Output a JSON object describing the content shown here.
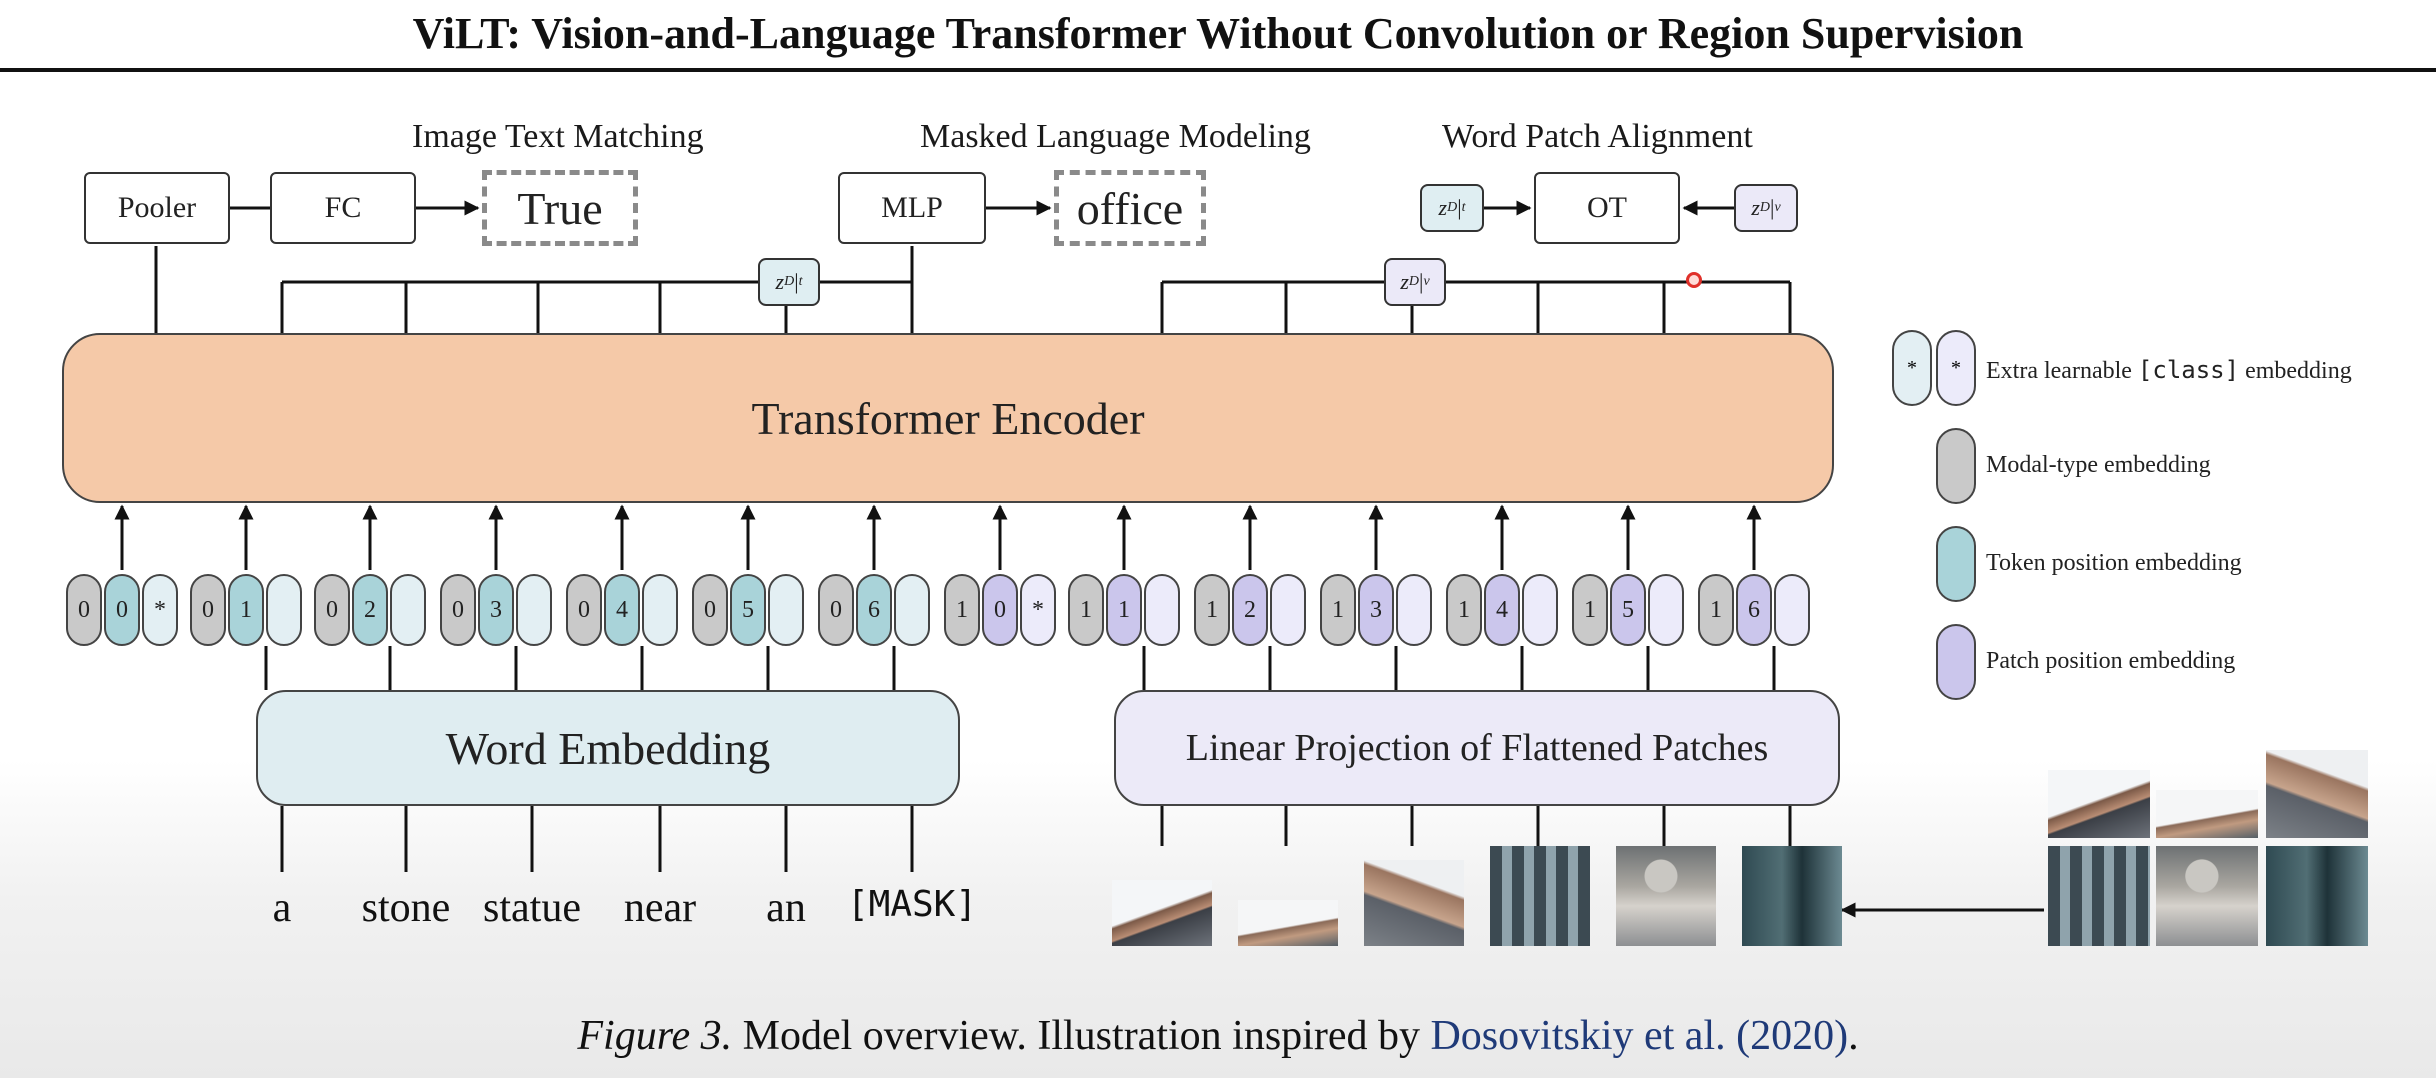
{
  "title": "ViLT: Vision-and-Language Transformer Without Convolution or Region Supervision",
  "heads": {
    "itm": "Image Text Matching",
    "mlm": "Masked Language Modeling",
    "wpa": "Word Patch Alignment"
  },
  "boxes": {
    "pooler": "Pooler",
    "fc": "FC",
    "itm_out": "True",
    "mlp": "MLP",
    "mlm_out": "office",
    "ot": "OT"
  },
  "encoder_label": "Transformer Encoder",
  "word_embedding_label": "Word Embedding",
  "patch_projection_label": "Linear Projection of Flattened Patches",
  "text_tokens": [
    {
      "modal": "0",
      "pos": "0",
      "cls": "*"
    },
    {
      "modal": "0",
      "pos": "1",
      "cls": ""
    },
    {
      "modal": "0",
      "pos": "2",
      "cls": ""
    },
    {
      "modal": "0",
      "pos": "3",
      "cls": ""
    },
    {
      "modal": "0",
      "pos": "4",
      "cls": ""
    },
    {
      "modal": "0",
      "pos": "5",
      "cls": ""
    },
    {
      "modal": "0",
      "pos": "6",
      "cls": ""
    }
  ],
  "image_tokens": [
    {
      "modal": "1",
      "pos": "0",
      "cls": "*"
    },
    {
      "modal": "1",
      "pos": "1",
      "cls": ""
    },
    {
      "modal": "1",
      "pos": "2",
      "cls": ""
    },
    {
      "modal": "1",
      "pos": "3",
      "cls": ""
    },
    {
      "modal": "1",
      "pos": "4",
      "cls": ""
    },
    {
      "modal": "1",
      "pos": "5",
      "cls": ""
    },
    {
      "modal": "1",
      "pos": "6",
      "cls": ""
    }
  ],
  "words": [
    "a",
    "stone",
    "statue",
    "near",
    "an",
    "[MASK]"
  ],
  "legend": [
    {
      "label_pre": "Extra learnable ",
      "label_code": "[class]",
      "label_post": " embedding"
    },
    {
      "label_pre": "Modal-type embedding",
      "label_code": "",
      "label_post": ""
    },
    {
      "label_pre": "Token position embedding",
      "label_code": "",
      "label_post": ""
    },
    {
      "label_pre": "Patch position embedding",
      "label_code": "",
      "label_post": ""
    }
  ],
  "caption": {
    "fig": "Figure 3.",
    "text": " Model overview. Illustration inspired by ",
    "link": "Dosovitskiy et al. (2020)",
    "end": "."
  },
  "colors": {
    "encoder": "#f5c9a8",
    "word_embedding": "#dfedf1",
    "patch_projection": "#eceaf8",
    "modal_type": "#c9c9c9",
    "token_position": "#a9d3d9",
    "patch_position": "#cbc6ec",
    "class_text": "#e3eff3",
    "class_image": "#ecebfa",
    "link": "#1f3a78"
  }
}
